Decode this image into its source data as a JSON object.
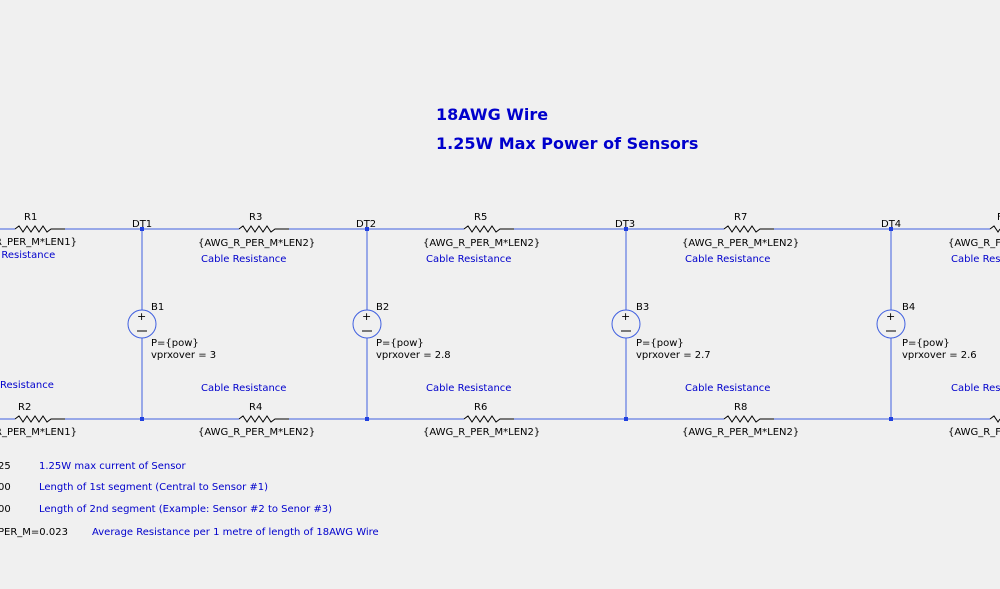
{
  "title": {
    "line1": "18AWG Wire",
    "line2": "1.25W Max Power of Sensors"
  },
  "nodes": [
    "DT1",
    "DT2",
    "DT3",
    "DT4"
  ],
  "top_resistors": [
    {
      "name": "R1",
      "value": "_R_PER_M*LEN1}",
      "note": "e Resistance"
    },
    {
      "name": "R3",
      "value": "{AWG_R_PER_M*LEN2}",
      "note": "Cable Resistance"
    },
    {
      "name": "R5",
      "value": "{AWG_R_PER_M*LEN2}",
      "note": "Cable Resistance"
    },
    {
      "name": "R7",
      "value": "{AWG_R_PER_M*LEN2}",
      "note": "Cable Resistance"
    },
    {
      "name": "F",
      "value": "{AWG_R_F",
      "note": "Cable Res"
    }
  ],
  "bottom_resistors": [
    {
      "name": "R2",
      "value": "_R_PER_M*LEN1}",
      "note": "Resistance"
    },
    {
      "name": "R4",
      "value": "{AWG_R_PER_M*LEN2}",
      "note": "Cable Resistance"
    },
    {
      "name": "R6",
      "value": "{AWG_R_PER_M*LEN2}",
      "note": "Cable Resistance"
    },
    {
      "name": "R8",
      "value": "{AWG_R_PER_M*LEN2}",
      "note": "Cable Resistance"
    },
    {
      "name": "",
      "value": "{AWG_R_F",
      "note": "Cable Resi"
    }
  ],
  "sources": [
    {
      "name": "B1",
      "power": "P={pow}",
      "vprx": "vprxover = 3"
    },
    {
      "name": "B2",
      "power": "P={pow}",
      "vprx": "vprxover = 2.8"
    },
    {
      "name": "B3",
      "power": "P={pow}",
      "vprx": "vprxover = 2.7"
    },
    {
      "name": "B4",
      "power": "P={pow}",
      "vprx": "vprxover = 2.6"
    }
  ],
  "params": [
    {
      "directive": "25",
      "comment": "1.25W max current of Sensor"
    },
    {
      "directive": "00",
      "comment": "Length of 1st segment (Central to Sensor #1)"
    },
    {
      "directive": "00",
      "comment": "Length of 2nd segment (Example: Sensor #2 to Senor #3)"
    },
    {
      "directive": "PER_M=0.023",
      "comment": "Average Resistance per 1 metre of length of 18AWG Wire"
    }
  ],
  "colors": {
    "wire": "#4060e0",
    "comment_text": "#0000cc",
    "component": "#000000",
    "background": "#f0f0f0"
  }
}
